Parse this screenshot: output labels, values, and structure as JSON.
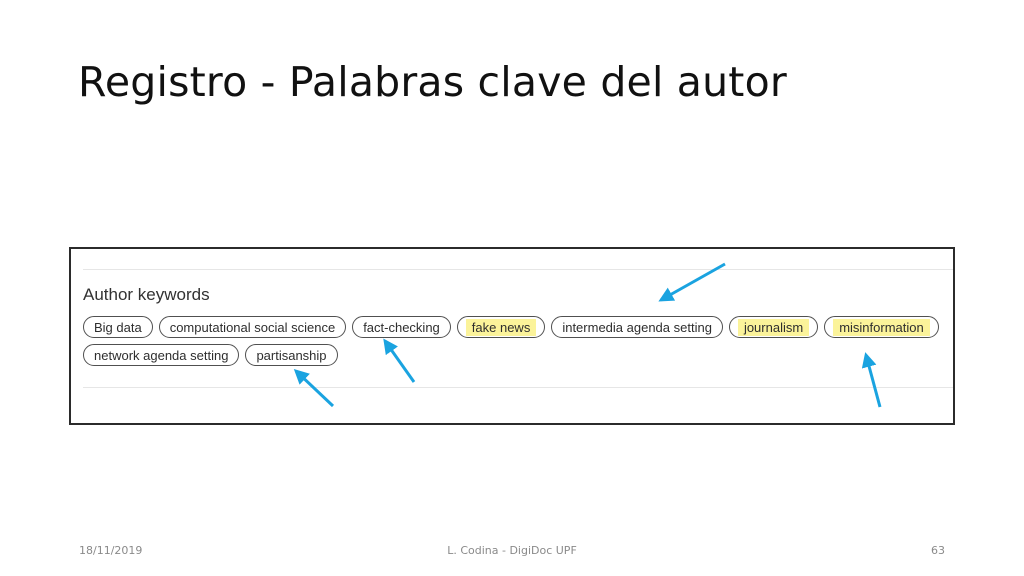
{
  "slide": {
    "title": "Registro - Palabras clave del autor"
  },
  "panel": {
    "heading": "Author keywords",
    "keywords_row1": [
      {
        "label": "Big data",
        "highlighted": false
      },
      {
        "label": "computational social science",
        "highlighted": false
      },
      {
        "label": "fact-checking",
        "highlighted": false
      },
      {
        "label": "fake news",
        "highlighted": true
      },
      {
        "label": "intermedia agenda setting",
        "highlighted": false
      },
      {
        "label": "journalism",
        "highlighted": true
      },
      {
        "label": "misinformation",
        "highlighted": true
      }
    ],
    "keywords_row2": [
      {
        "label": "network agenda setting",
        "highlighted": false
      },
      {
        "label": "partisanship",
        "highlighted": false
      }
    ],
    "highlight_color": "#fbf39a",
    "arrow_color": "#1aa3e0"
  },
  "footer": {
    "date": "18/11/2019",
    "author": "L. Codina - DigiDoc UPF",
    "page": "63"
  }
}
